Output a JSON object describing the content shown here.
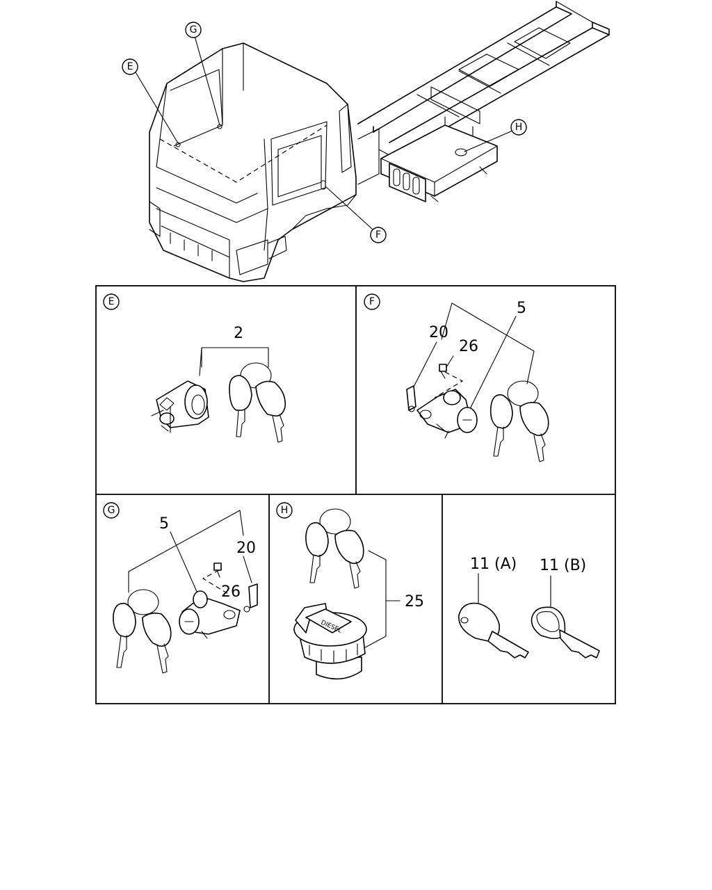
{
  "callouts": {
    "E": "E",
    "F": "F",
    "G": "G",
    "H": "H"
  },
  "panels": {
    "E": {
      "label": "E",
      "parts": [
        "2"
      ]
    },
    "F": {
      "label": "F",
      "parts": [
        "5",
        "20",
        "26"
      ]
    },
    "G": {
      "label": "G",
      "parts": [
        "5",
        "20",
        "26"
      ]
    },
    "H": {
      "label": "H",
      "parts": [
        "25"
      ]
    },
    "keys": {
      "parts": [
        "11 (A)",
        "11 (B)"
      ]
    }
  },
  "cap_marking": "DIESEL"
}
